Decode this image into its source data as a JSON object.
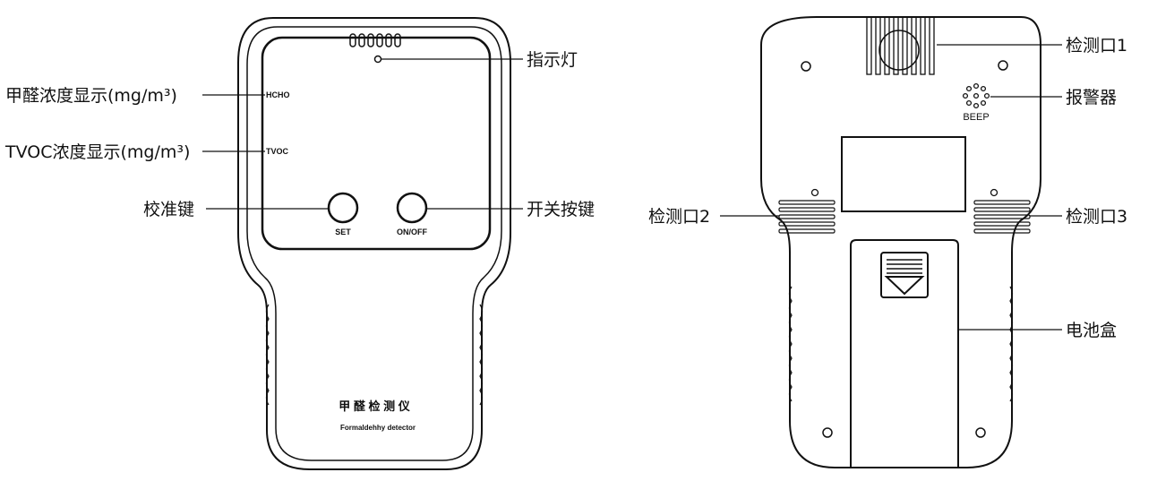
{
  "front": {
    "callouts": {
      "indicator": "指示灯",
      "hcho_display": "甲醛浓度显示(mg/m³)",
      "tvoc_display": "TVOC浓度显示(mg/m³)",
      "calibrate_key": "校准键",
      "power_key": "开关按键"
    },
    "screen": {
      "hcho_label": "HCHO",
      "tvoc_label": "TVOC"
    },
    "buttons": {
      "set_label": "SET",
      "power_label": "ON/OFF"
    },
    "product_name_cn": "甲 醛 检 测 仪",
    "product_name_en": "Formaldehhy detector"
  },
  "back": {
    "callouts": {
      "port1": "检测口1",
      "alarm": "报警器",
      "port2": "检测口2",
      "port3": "检测口3",
      "battery": "电池盒"
    },
    "beep_label": "BEEP"
  }
}
